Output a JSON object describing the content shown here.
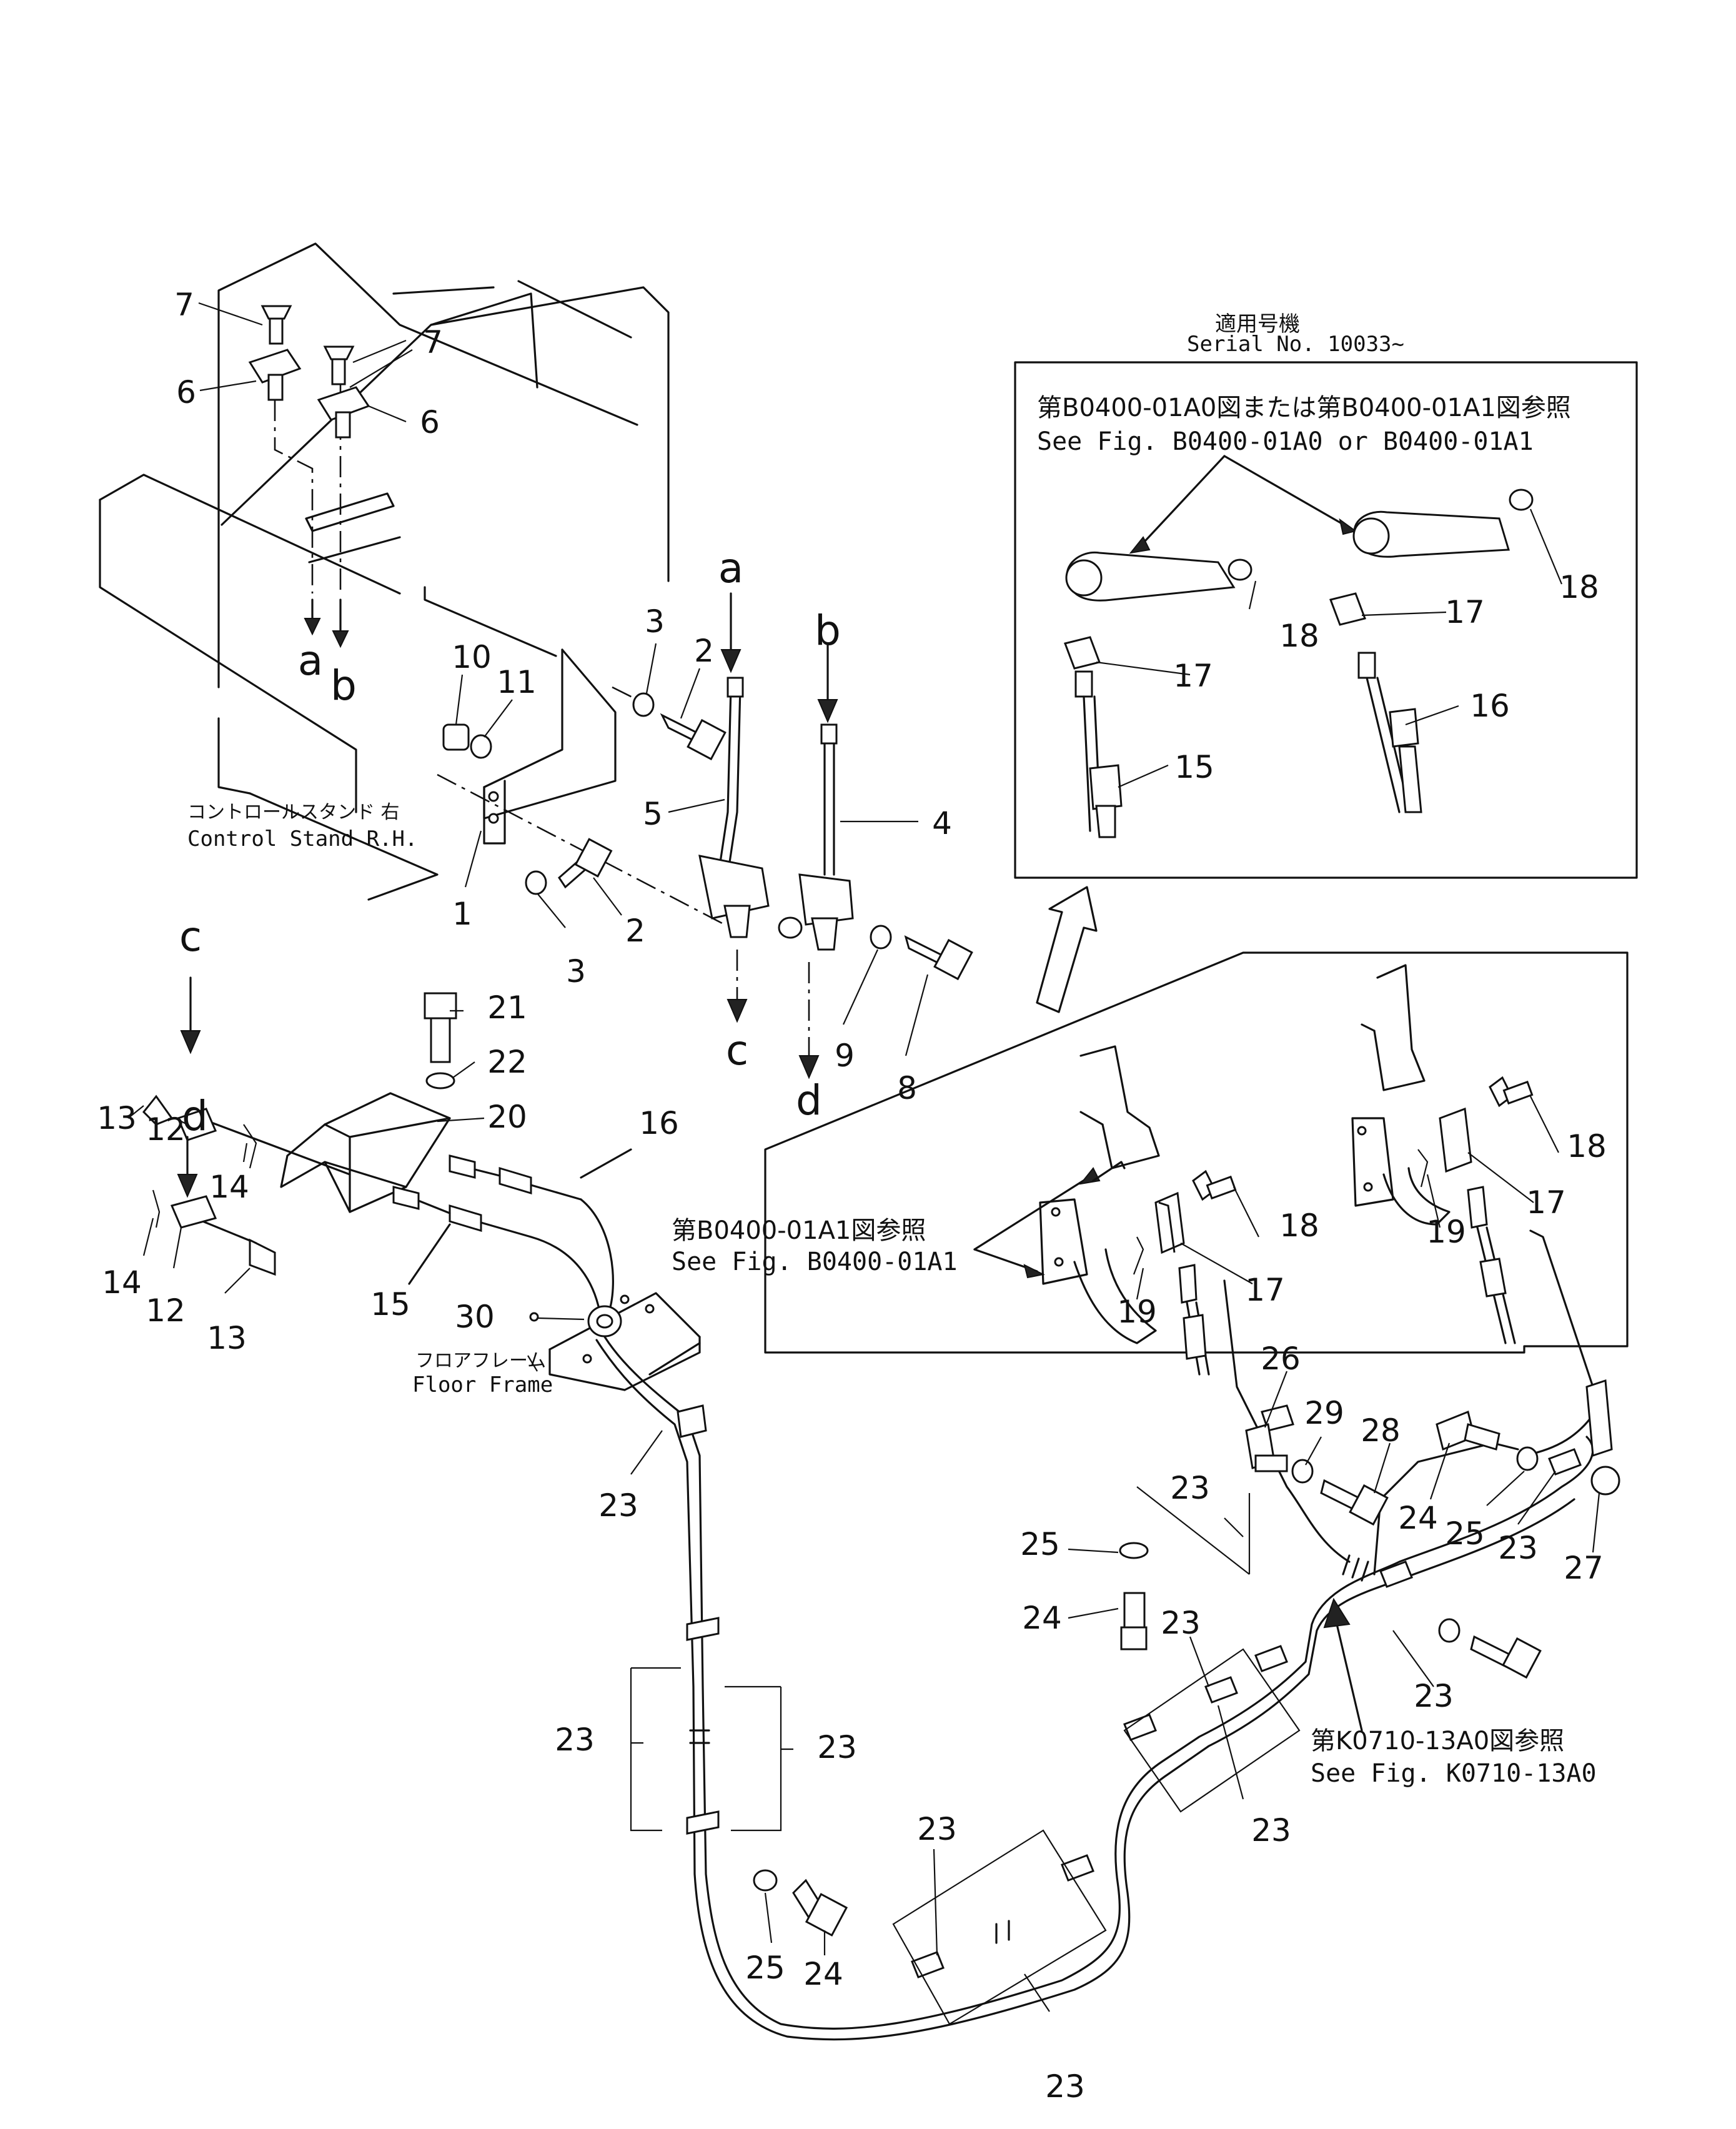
{
  "serial_jp": "適用号機",
  "serial_en": "Serial No. 10033~",
  "ref_top_jp": "第B0400-01A0図または第B0400-01A1図参照",
  "ref_top_en": "See Fig. B0400-01A0 or B0400-01A1",
  "ref_mid_jp": "第B0400-01A1図参照",
  "ref_mid_en": "See Fig. B0400-01A1",
  "ref_bot_jp": "第K0710-13A0図参照",
  "ref_bot_en": "See Fig. K0710-13A0",
  "control_stand_jp": "コントロールスタンド 右",
  "control_stand_en": "Control Stand R.H.",
  "floor_frame_jp": "フロアフレーム",
  "floor_frame_en": "Floor Frame",
  "part_numbers": [
    "1",
    "2",
    "3",
    "4",
    "5",
    "6",
    "7",
    "8",
    "9",
    "10",
    "11",
    "12",
    "13",
    "14",
    "15",
    "16",
    "17",
    "18",
    "19",
    "20",
    "21",
    "22",
    "23",
    "24",
    "25",
    "26",
    "27",
    "28",
    "29",
    "30"
  ],
  "letters": [
    "a",
    "b",
    "c",
    "d"
  ]
}
